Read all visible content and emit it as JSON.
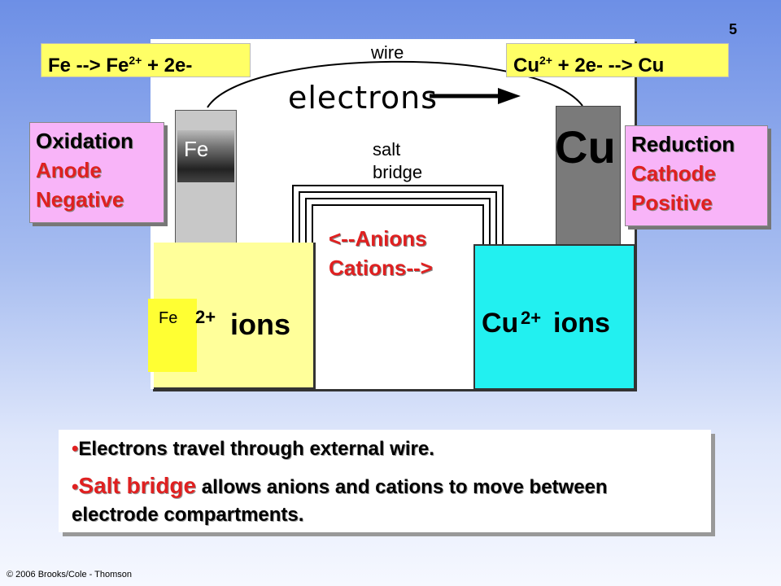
{
  "slide_number": "5",
  "copyright": "© 2006 Brooks/Cole - Thomson",
  "wire_label": "wire",
  "electrons_label": "electrons",
  "salt_bridge": {
    "line1": "salt",
    "line2": "bridge"
  },
  "fe_electrode_label": "Fe",
  "cu_electrode_label": "Cu",
  "fe_solution": {
    "symbol": "Fe",
    "charge": "2+",
    "word": "ions"
  },
  "cu_solution": {
    "symbol": "Cu",
    "charge": "2+",
    "word": "ions"
  },
  "ion_flow": {
    "anions": "<--Anions",
    "cations": "Cations-->"
  },
  "anode_equation": {
    "pre": "Fe --> Fe",
    "sup": "2+",
    "post": " + 2e-"
  },
  "cathode_equation": {
    "pre": "Cu",
    "sup": "2+",
    "post": " + 2e- --> Cu"
  },
  "anode_box": {
    "title": "Oxidation",
    "line2": "Anode",
    "line3": "Negative"
  },
  "cathode_box": {
    "title": "Reduction",
    "line2": "Cathode",
    "line3": "Positive"
  },
  "notes": {
    "bullet": "•",
    "line1": "Electrons travel through external wire.",
    "line2_lead": "Salt bridge",
    "line2_rest": " allows anions and cations to move between electrode compartments."
  },
  "colors": {
    "yellow_solution": "#ffff9a",
    "cyan_solution": "#22f0f0",
    "pink_box": "#f8b4f8",
    "red_text": "#e02020"
  }
}
